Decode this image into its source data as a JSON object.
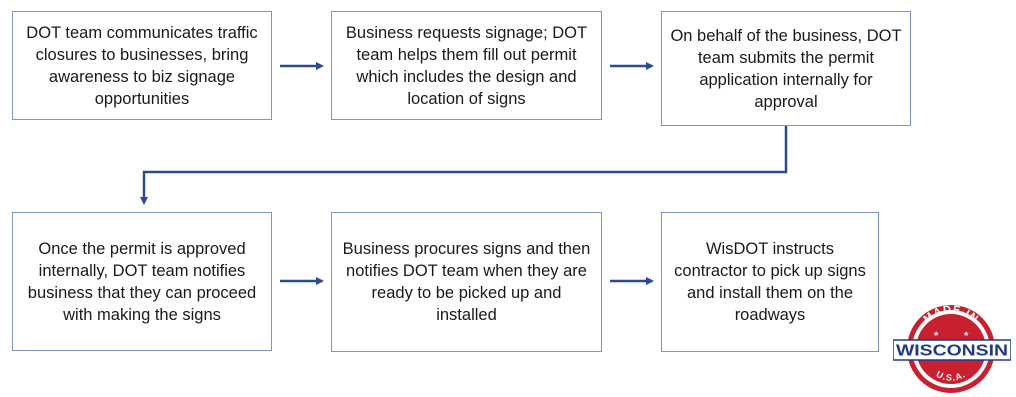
{
  "flow": {
    "steps": [
      {
        "text": "DOT team communicates traffic closures to businesses, bring awareness to biz signage opportunities"
      },
      {
        "text": "Business requests signage; DOT team helps them fill out permit which includes the design and location of signs"
      },
      {
        "text": "On behalf of the business, DOT team submits the permit application internally for approval"
      },
      {
        "text": "Once the permit is approved internally, DOT team notifies business that they can proceed with making the signs"
      },
      {
        "text": "Business procures signs and then notifies DOT team when they are ready to be picked up and installed"
      },
      {
        "text": "WisDOT instructs contractor to pick up signs and install them on the roadways"
      }
    ]
  },
  "badge": {
    "top_text": "MADE IN",
    "main_text": "WISCONSIN",
    "bottom_text": "U.S.A.",
    "colors": {
      "red": "#c8202f",
      "navy": "#1f3a8a",
      "white": "#ffffff"
    }
  },
  "colors": {
    "box_border": "#7b95c4",
    "arrow": "#2b4a8f",
    "text": "#1a1a1a"
  }
}
